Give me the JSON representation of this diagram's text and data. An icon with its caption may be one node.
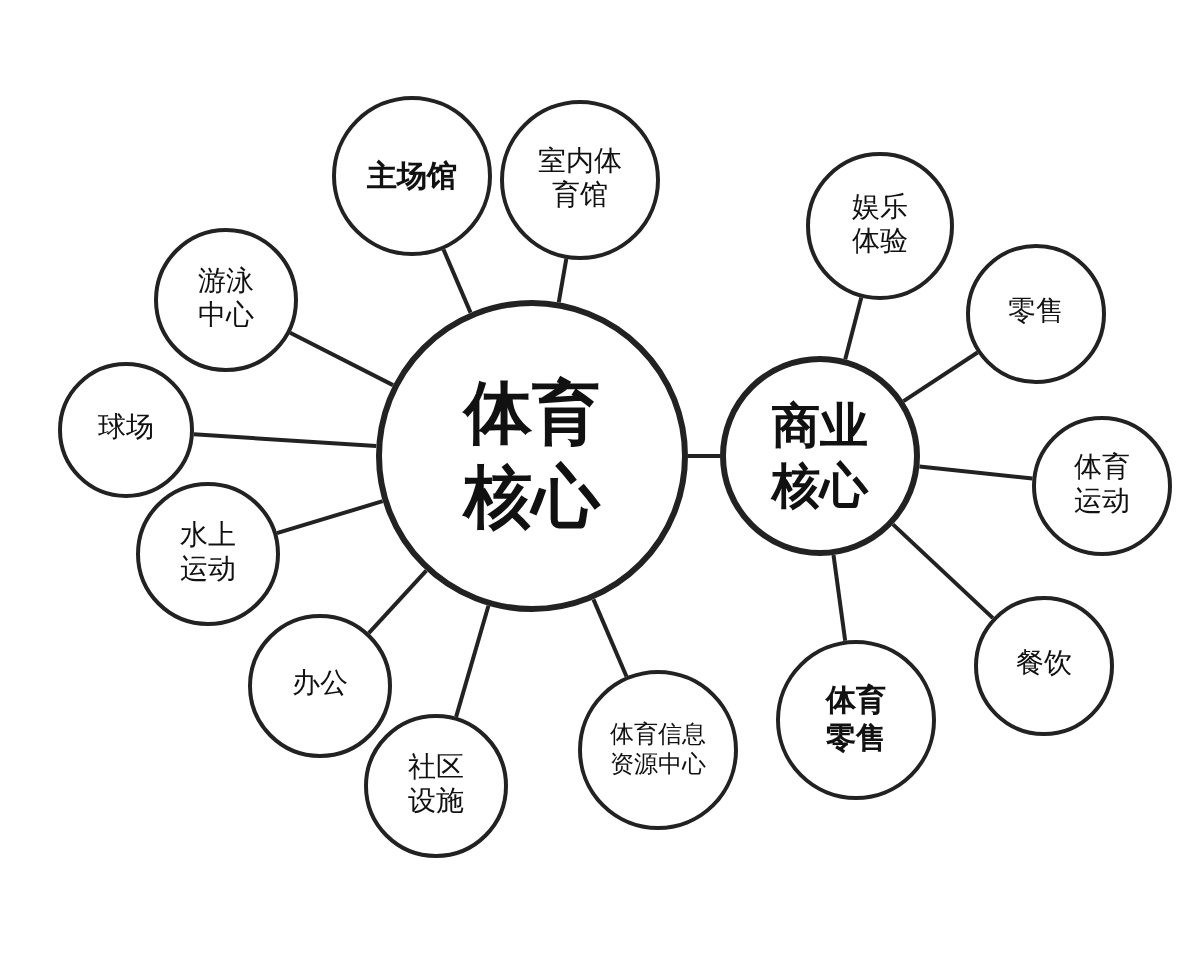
{
  "diagram": {
    "nodes": [
      {
        "text": [
          "体育核心"
        ]
      },
      {
        "text": [
          "商业核心"
        ]
      },
      {
        "text": [
          "主场馆"
        ]
      },
      {
        "text": [
          "室内体育馆"
        ]
      },
      {
        "text": [
          "游泳中心"
        ]
      },
      {
        "text": [
          "球场"
        ]
      },
      {
        "text": [
          "水上运动"
        ]
      },
      {
        "text": [
          "办公"
        ]
      },
      {
        "text": [
          "社区设施"
        ]
      },
      {
        "text": [
          "体育信息资源中心"
        ]
      },
      {
        "text": [
          "娱乐体验"
        ]
      },
      {
        "text": [
          "零售"
        ]
      },
      {
        "text": [
          "体育运动"
        ]
      },
      {
        "text": [
          "餐饮"
        ]
      },
      {
        "text": [
          "体育零售"
        ]
      }
    ],
    "edges": [
      {
        "from": 0,
        "to": 1,
        "arrow": "none"
      },
      {
        "from": 0,
        "to": 2,
        "arrow": "none"
      },
      {
        "from": 0,
        "to": 3,
        "arrow": "none"
      },
      {
        "from": 0,
        "to": 4,
        "arrow": "none"
      },
      {
        "from": 0,
        "to": 5,
        "arrow": "none"
      },
      {
        "from": 0,
        "to": 6,
        "arrow": "none"
      },
      {
        "from": 0,
        "to": 7,
        "arrow": "none"
      },
      {
        "from": 0,
        "to": 8,
        "arrow": "none"
      },
      {
        "from": 0,
        "to": 9,
        "arrow": "none"
      },
      {
        "from": 1,
        "to": 10,
        "arrow": "none"
      },
      {
        "from": 1,
        "to": 11,
        "arrow": "none"
      },
      {
        "from": 1,
        "to": 12,
        "arrow": "none"
      },
      {
        "from": 1,
        "to": 13,
        "arrow": "none"
      },
      {
        "from": 1,
        "to": 14,
        "arrow": "none"
      }
    ]
  }
}
